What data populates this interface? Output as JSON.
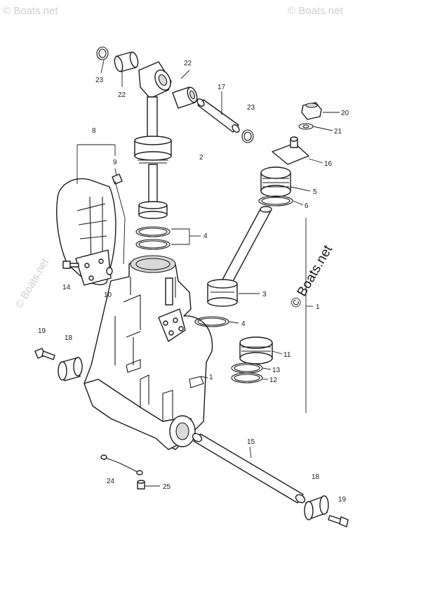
{
  "watermark": {
    "main": "© Boats.net",
    "faint": "© Boats.net"
  },
  "callouts": {
    "c1": "1",
    "c1b": "1",
    "c2": "2",
    "c3": "3",
    "c4a": "4",
    "c4b": "4",
    "c5": "5",
    "c6": "6",
    "c8": "8",
    "c9": "9",
    "c10": "10",
    "c11": "11",
    "c12": "12",
    "c13": "13",
    "c14": "14",
    "c15": "15",
    "c16": "16",
    "c17": "17",
    "c18a": "18",
    "c18b": "18",
    "c19a": "19",
    "c19b": "19",
    "c20": "20",
    "c21": "21",
    "c22a": "22",
    "c22b": "22",
    "c23a": "23",
    "c23b": "23",
    "c24": "24",
    "c25": "25"
  }
}
